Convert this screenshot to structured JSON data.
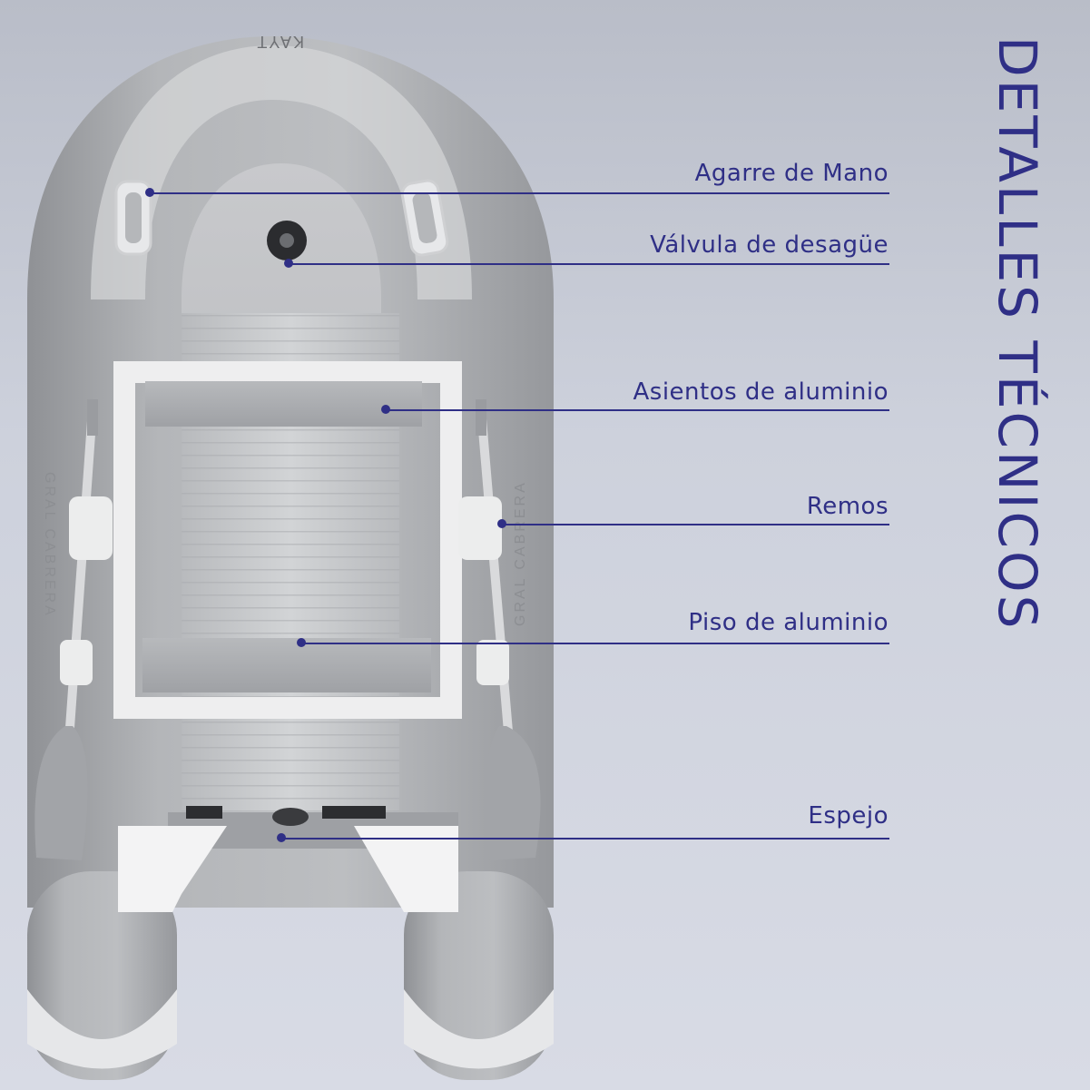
{
  "title": "DETALLES TÉCNICOS",
  "boat": {
    "brand": "KAYT",
    "side_text": "GRAL CABRERA"
  },
  "callouts": [
    {
      "id": "grab",
      "label": "Agarre de Mano"
    },
    {
      "id": "drain",
      "label": "Válvula de desagüe"
    },
    {
      "id": "seats",
      "label": "Asientos de aluminio"
    },
    {
      "id": "oars",
      "label": "Remos"
    },
    {
      "id": "floor",
      "label": "Piso de aluminio"
    },
    {
      "id": "transom",
      "label": "Espejo"
    }
  ],
  "colors": {
    "accent": "#2f2f86",
    "hull": "#a9abae",
    "hull_light": "#d9dadc",
    "floor": "#c9cbce"
  }
}
